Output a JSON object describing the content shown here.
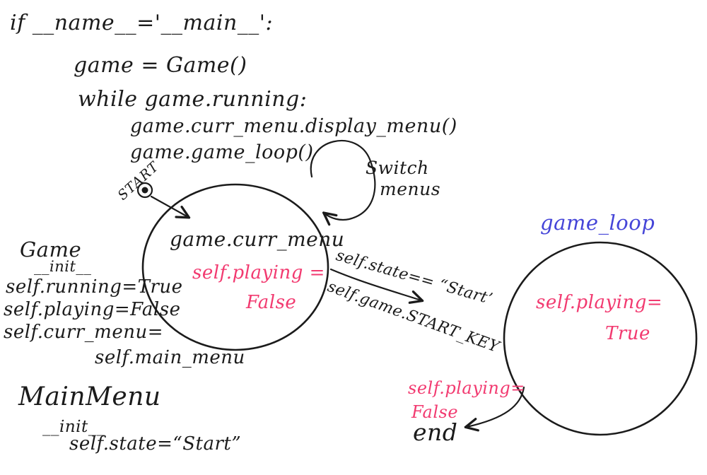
{
  "colors": {
    "ink": "#1b1b1b",
    "pink": "#f23a70",
    "blue": "#4545d8"
  },
  "code": {
    "if_main": "if __name__='__main__':",
    "game_init": "game = Game()",
    "while_loop": "while game.running:",
    "display_menu": "game.curr_menu.display_menu()",
    "game_loop_call": "game.game_loop()"
  },
  "start": {
    "label": "START"
  },
  "left_state": {
    "title": "game.curr_menu",
    "note_line1": "self.playing =",
    "note_line2": "False"
  },
  "self_loop": {
    "label_line1": "Switch",
    "label_line2": "menus"
  },
  "transition": {
    "condition_state": "self.state== “Start’",
    "condition_key": "self.game.START_KEY"
  },
  "game_class": {
    "title": "Game",
    "init": "__init__",
    "attr_running": "self.running=True",
    "attr_playing": "self.playing=False",
    "attr_curr_menu": "self.curr_menu=",
    "attr_main_menu": "self.main_menu"
  },
  "main_menu_class": {
    "title": "MainMenu",
    "init": "__init__",
    "attr_state": "self.state=“Start”"
  },
  "right_state": {
    "title": "game_loop",
    "note_line1": "self.playing=",
    "note_line2": "True"
  },
  "end": {
    "note_line1": "self.playing=",
    "note_line2": "False",
    "label": "end"
  }
}
